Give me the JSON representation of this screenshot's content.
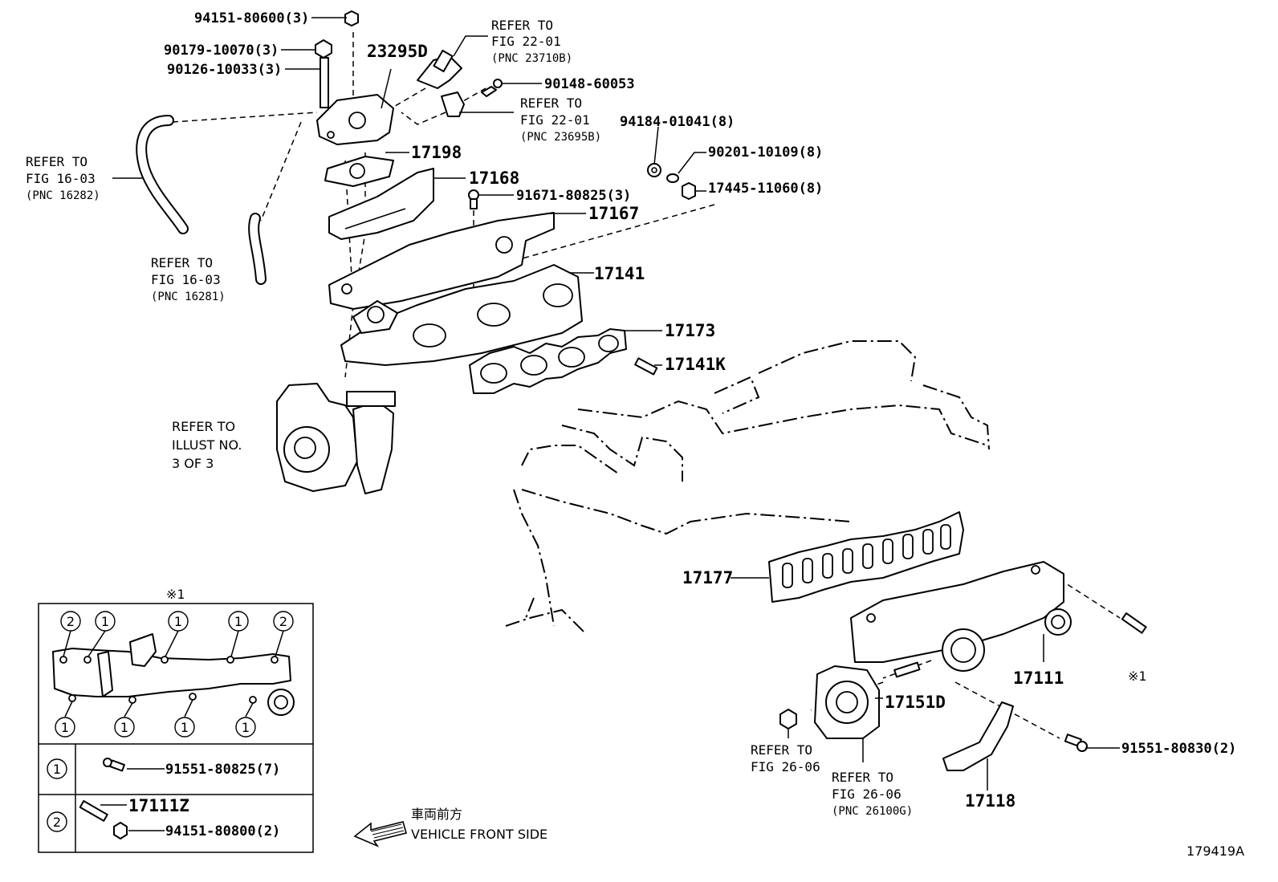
{
  "labels": {
    "p_94151_80600": "94151-80600(3)",
    "p_90179_10070": "90179-10070(3)",
    "p_90126_10033": "90126-10033(3)",
    "p_23295D": "23295D",
    "ref_22_01_a": [
      "REFER TO",
      "FIG 22-01",
      "(PNC 23710B)"
    ],
    "p_90148_60053": "90148-60053",
    "ref_22_01_b": [
      "REFER TO",
      "FIG 22-01",
      "(PNC 23695B)"
    ],
    "p_94184_01041": "94184-01041(8)",
    "p_90201_10109": "90201-10109(8)",
    "p_17445_11060": "17445-11060(8)",
    "ref_16_03_a": [
      "REFER TO",
      "FIG 16-03",
      "(PNC 16282)"
    ],
    "p_17198": "17198",
    "p_17168": "17168",
    "p_91671_80825": "91671-80825(3)",
    "p_17167": "17167",
    "ref_16_03_b": [
      "REFER TO",
      "FIG 16-03",
      "(PNC 16281)"
    ],
    "p_17141": "17141",
    "p_17173": "17173",
    "p_17141K": "17141K",
    "ref_illust": [
      "REFER TO",
      "ILLUST NO.",
      "3 OF 3"
    ],
    "p_17177": "17177",
    "p_17111": "17111",
    "mark_1": "※1",
    "p_17151D": "17151D",
    "ref_26_06_a": [
      "REFER TO",
      "FIG 26-06"
    ],
    "ref_26_06_b": [
      "REFER TO",
      "FIG 26-06",
      "(PNC 26100G)"
    ],
    "p_91551_80830": "91551-80830(2)",
    "p_17118": "17118",
    "vehicle_front_jp": "車両前方",
    "vehicle_front_en": "VEHICLE FRONT SIDE",
    "illustration_id": "179419A"
  },
  "inset": {
    "title": "※1",
    "circle_1": "1",
    "circle_2": "2",
    "row1_part": "91551-80825(7)",
    "row2_part_a": "17111Z",
    "row2_part_b": "94151-80800(2)"
  }
}
